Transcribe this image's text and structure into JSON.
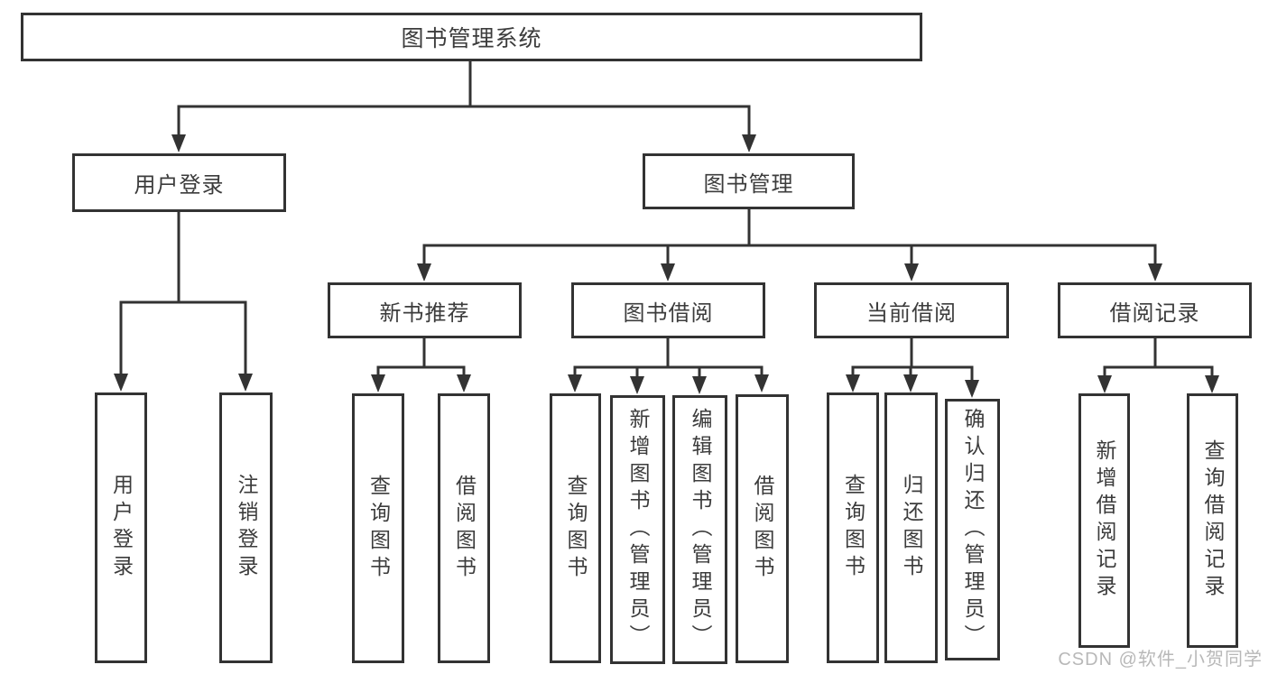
{
  "diagram": {
    "type": "tree",
    "tree": {
      "label": "图书管理系统",
      "children": [
        {
          "label": "用户登录",
          "children": [
            {
              "label": "用户登录"
            },
            {
              "label": "注销登录"
            }
          ]
        },
        {
          "label": "图书管理",
          "children": [
            {
              "label": "新书推荐",
              "children": [
                {
                  "label": "查询图书"
                },
                {
                  "label": "借阅图书"
                }
              ]
            },
            {
              "label": "图书借阅",
              "children": [
                {
                  "label": "查询图书"
                },
                {
                  "label": "新增图书（管理员）"
                },
                {
                  "label": "编辑图书（管理员）"
                },
                {
                  "label": "借阅图书"
                }
              ]
            },
            {
              "label": "当前借阅",
              "children": [
                {
                  "label": "查询图书"
                },
                {
                  "label": "归还图书"
                },
                {
                  "label": "确认归还（管理员）"
                }
              ]
            },
            {
              "label": "借阅记录",
              "children": [
                {
                  "label": "新增借阅记录"
                },
                {
                  "label": "查询借阅记录"
                }
              ]
            }
          ]
        }
      ]
    },
    "line_color": "#333333",
    "text_color": "#3c3c3c"
  },
  "watermark": {
    "text": "CSDN @软件_小贺同学"
  }
}
